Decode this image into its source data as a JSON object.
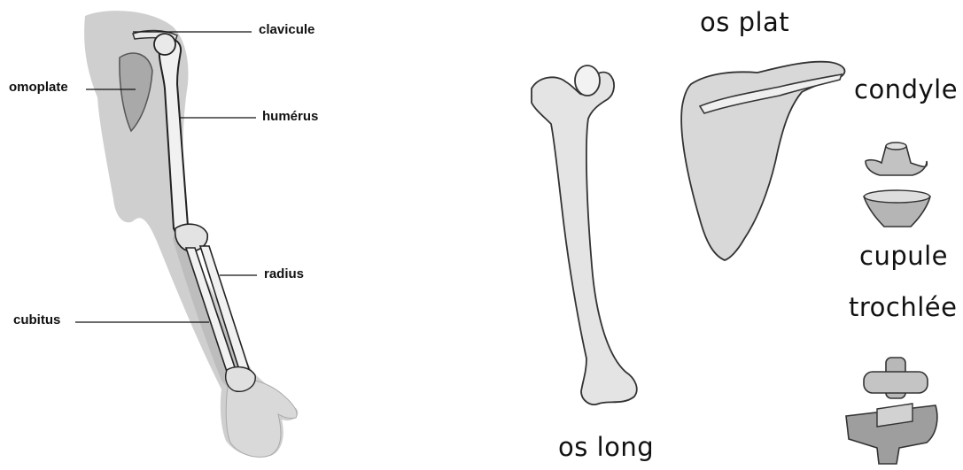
{
  "arm_labels": {
    "clavicule": "clavicule",
    "omoplate": "omoplate",
    "humerus": "humérus",
    "radius": "radius",
    "cubitus": "cubitus"
  },
  "bone_types": {
    "os_plat": "os plat",
    "os_long": "os long"
  },
  "joint_types": {
    "condyle": "condyle",
    "cupule": "cupule",
    "trochlee": "trochlée"
  }
}
